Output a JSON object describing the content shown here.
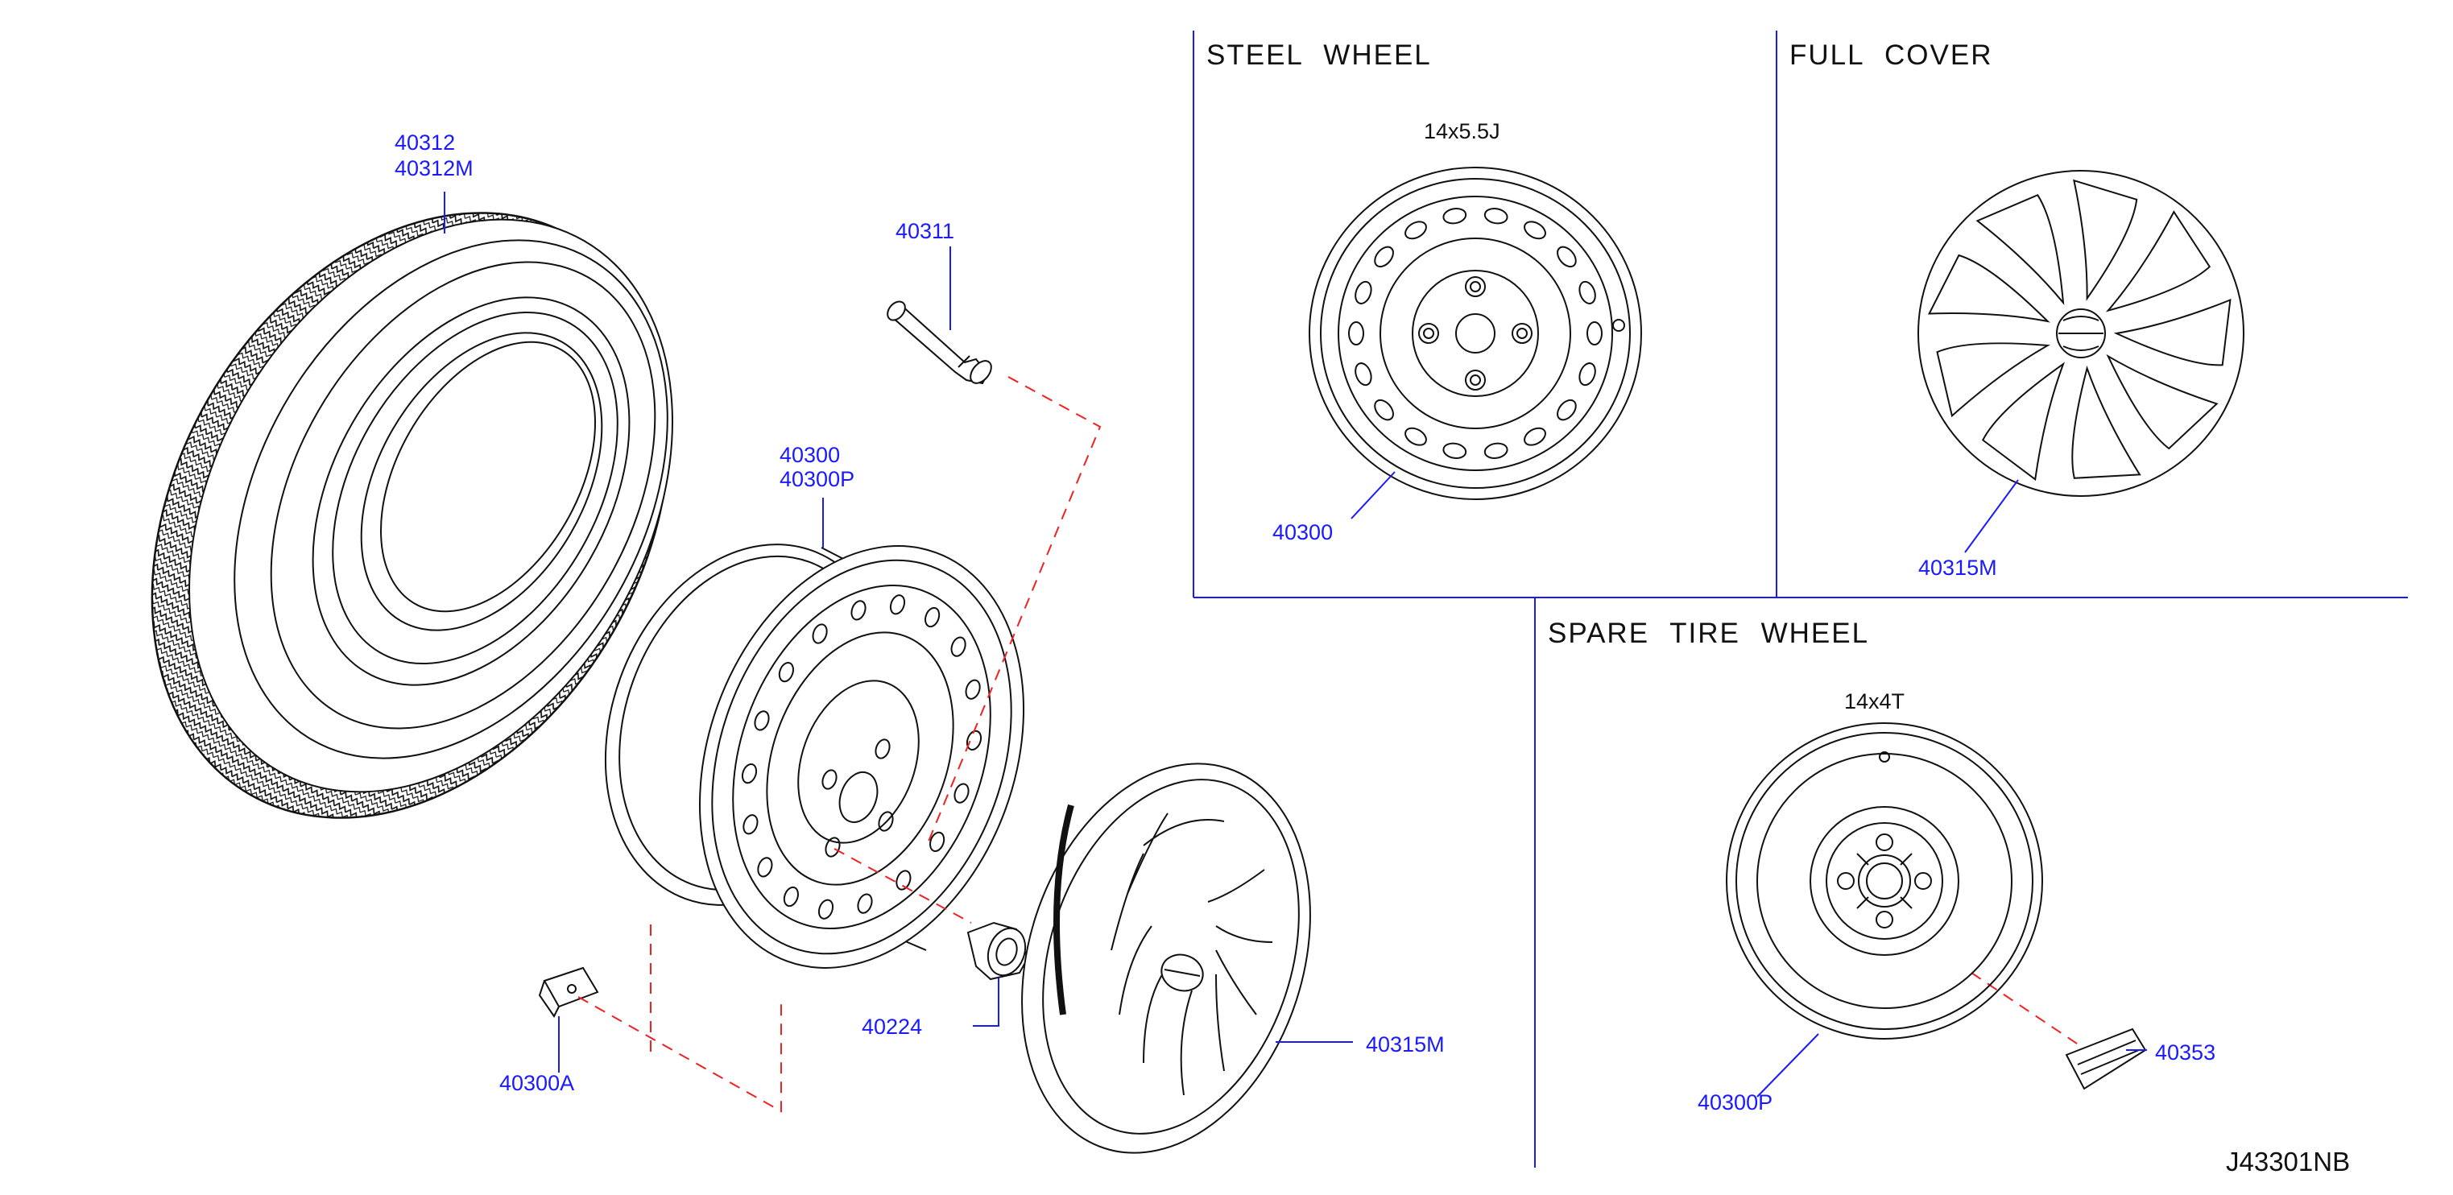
{
  "colors": {
    "part_number": "#1a1aff",
    "linework": "#111111",
    "dashed_line": "#ee2222",
    "frame": "#1a1aff"
  },
  "main": {
    "tire_part_numbers": [
      "40312",
      "40312M"
    ],
    "valve_part_number": "40311",
    "wheel_part_numbers": [
      "40300",
      "40300P"
    ],
    "weight_part_number": "40300A",
    "nut_part_number": "40224",
    "cover_part_number": "40315M"
  },
  "steel_wheel_panel": {
    "heading": "STEEL WHEEL",
    "size": "14x5.5J",
    "part_number": "40300"
  },
  "full_cover_panel": {
    "heading": "FULL COVER",
    "part_number": "40315M"
  },
  "spare_panel": {
    "heading": "SPARE TIRE WHEEL",
    "size": "14x4T",
    "wheel_part_number": "40300P",
    "label_part_number": "40353"
  },
  "diagram_code": "J43301NB"
}
